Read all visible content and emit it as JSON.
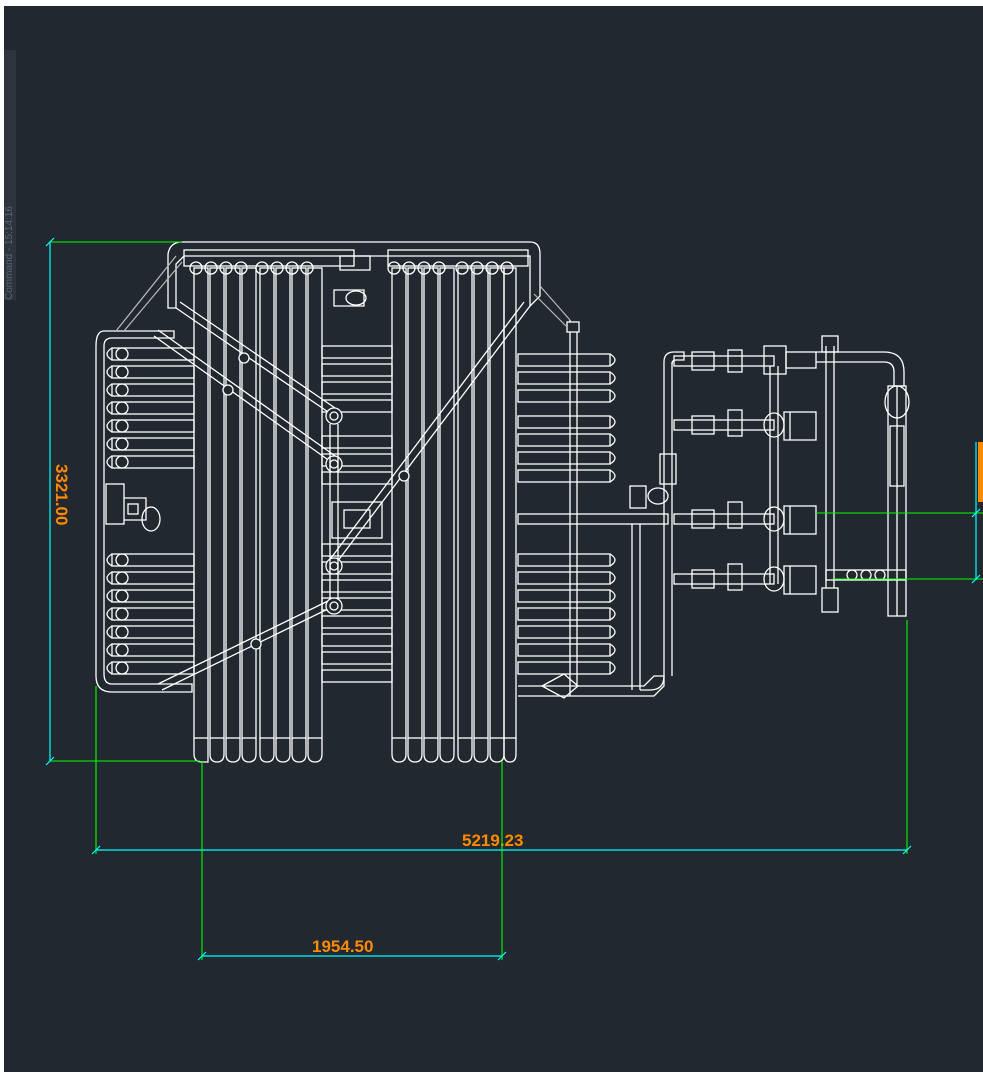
{
  "viewport": {
    "background": "#212830",
    "side_tab_text": "Command - 15:14:16"
  },
  "colors": {
    "geometry": "#ffffff",
    "dimension_line": "#00ffff",
    "extension_line": "#00ff00",
    "dimension_text": "#ff8a00"
  },
  "dimensions": {
    "height": "3321.00",
    "overall_width": "5219.23",
    "module_width": "1954.50"
  }
}
